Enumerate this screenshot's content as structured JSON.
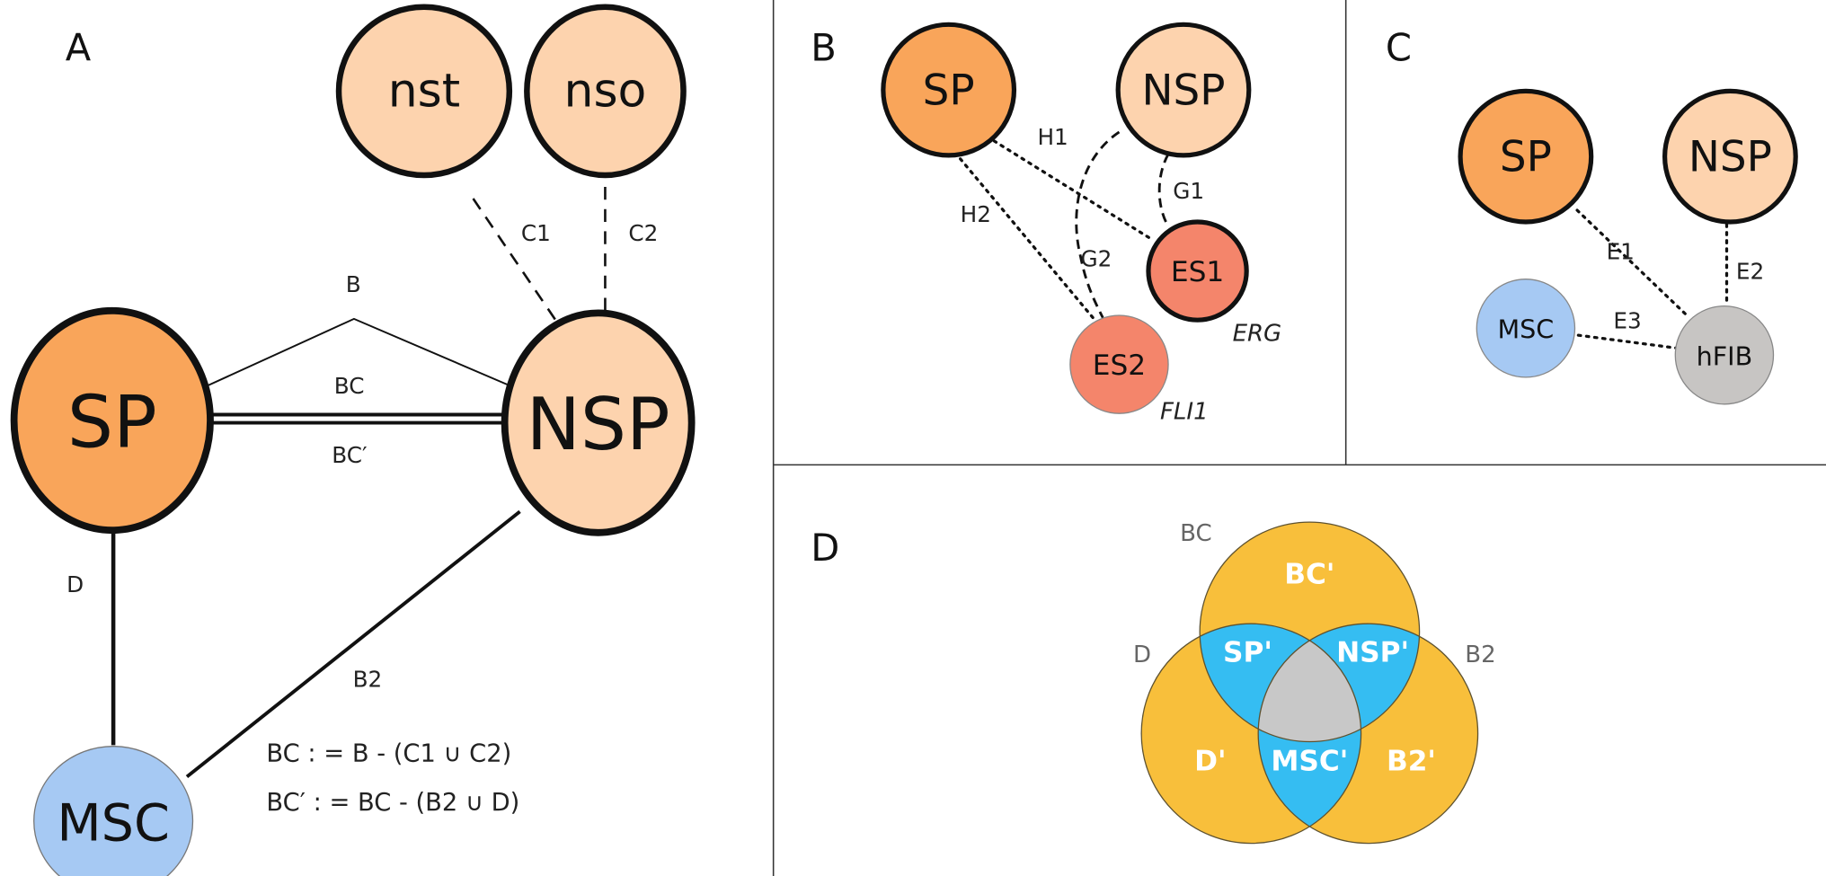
{
  "panels": {
    "a": "A",
    "b": "B",
    "c": "C",
    "d": "D"
  },
  "colors": {
    "sp": "#f9a55a",
    "nsp": "#fdd3ae",
    "msc": "#a6c9f3",
    "es": "#f4856b",
    "hfib": "#c7c5c3",
    "venn_set": "#f8bf3b",
    "venn_pair": "#35bdf2",
    "venn_triple": "#c8c8c8"
  },
  "panel_a": {
    "nodes": {
      "nst": "nst",
      "nso": "nso",
      "sp": "SP",
      "nsp": "NSP",
      "msc": "MSC"
    },
    "edges": {
      "b": "B",
      "bc": "BC",
      "bc_prime": "BC′",
      "c1": "C1",
      "c2": "C2",
      "d": "D",
      "b2": "B2"
    },
    "formulas": [
      "BC : = B - (C1 ∪ C2)",
      "BC′ : = BC - (B2 ∪ D)"
    ]
  },
  "panel_b": {
    "nodes": {
      "sp": "SP",
      "nsp": "NSP",
      "es1": "ES1",
      "es2": "ES2"
    },
    "gene_labels": {
      "es1": "ERG",
      "es2": "FLI1"
    },
    "edges": {
      "h1": "H1",
      "h2": "H2",
      "g1": "G1",
      "g2": "G2"
    }
  },
  "panel_c": {
    "nodes": {
      "sp": "SP",
      "nsp": "NSP",
      "msc": "MSC",
      "hfib": "hFIB"
    },
    "edges": {
      "e1": "E1",
      "e2": "E2",
      "e3": "E3"
    }
  },
  "panel_d": {
    "sets": {
      "top": "BC",
      "left": "D",
      "right": "B2"
    },
    "regions": {
      "top": "BC'",
      "top_left": "SP'",
      "top_right": "NSP'",
      "left": "D'",
      "bottom": "MSC'",
      "right": "B2'"
    }
  }
}
